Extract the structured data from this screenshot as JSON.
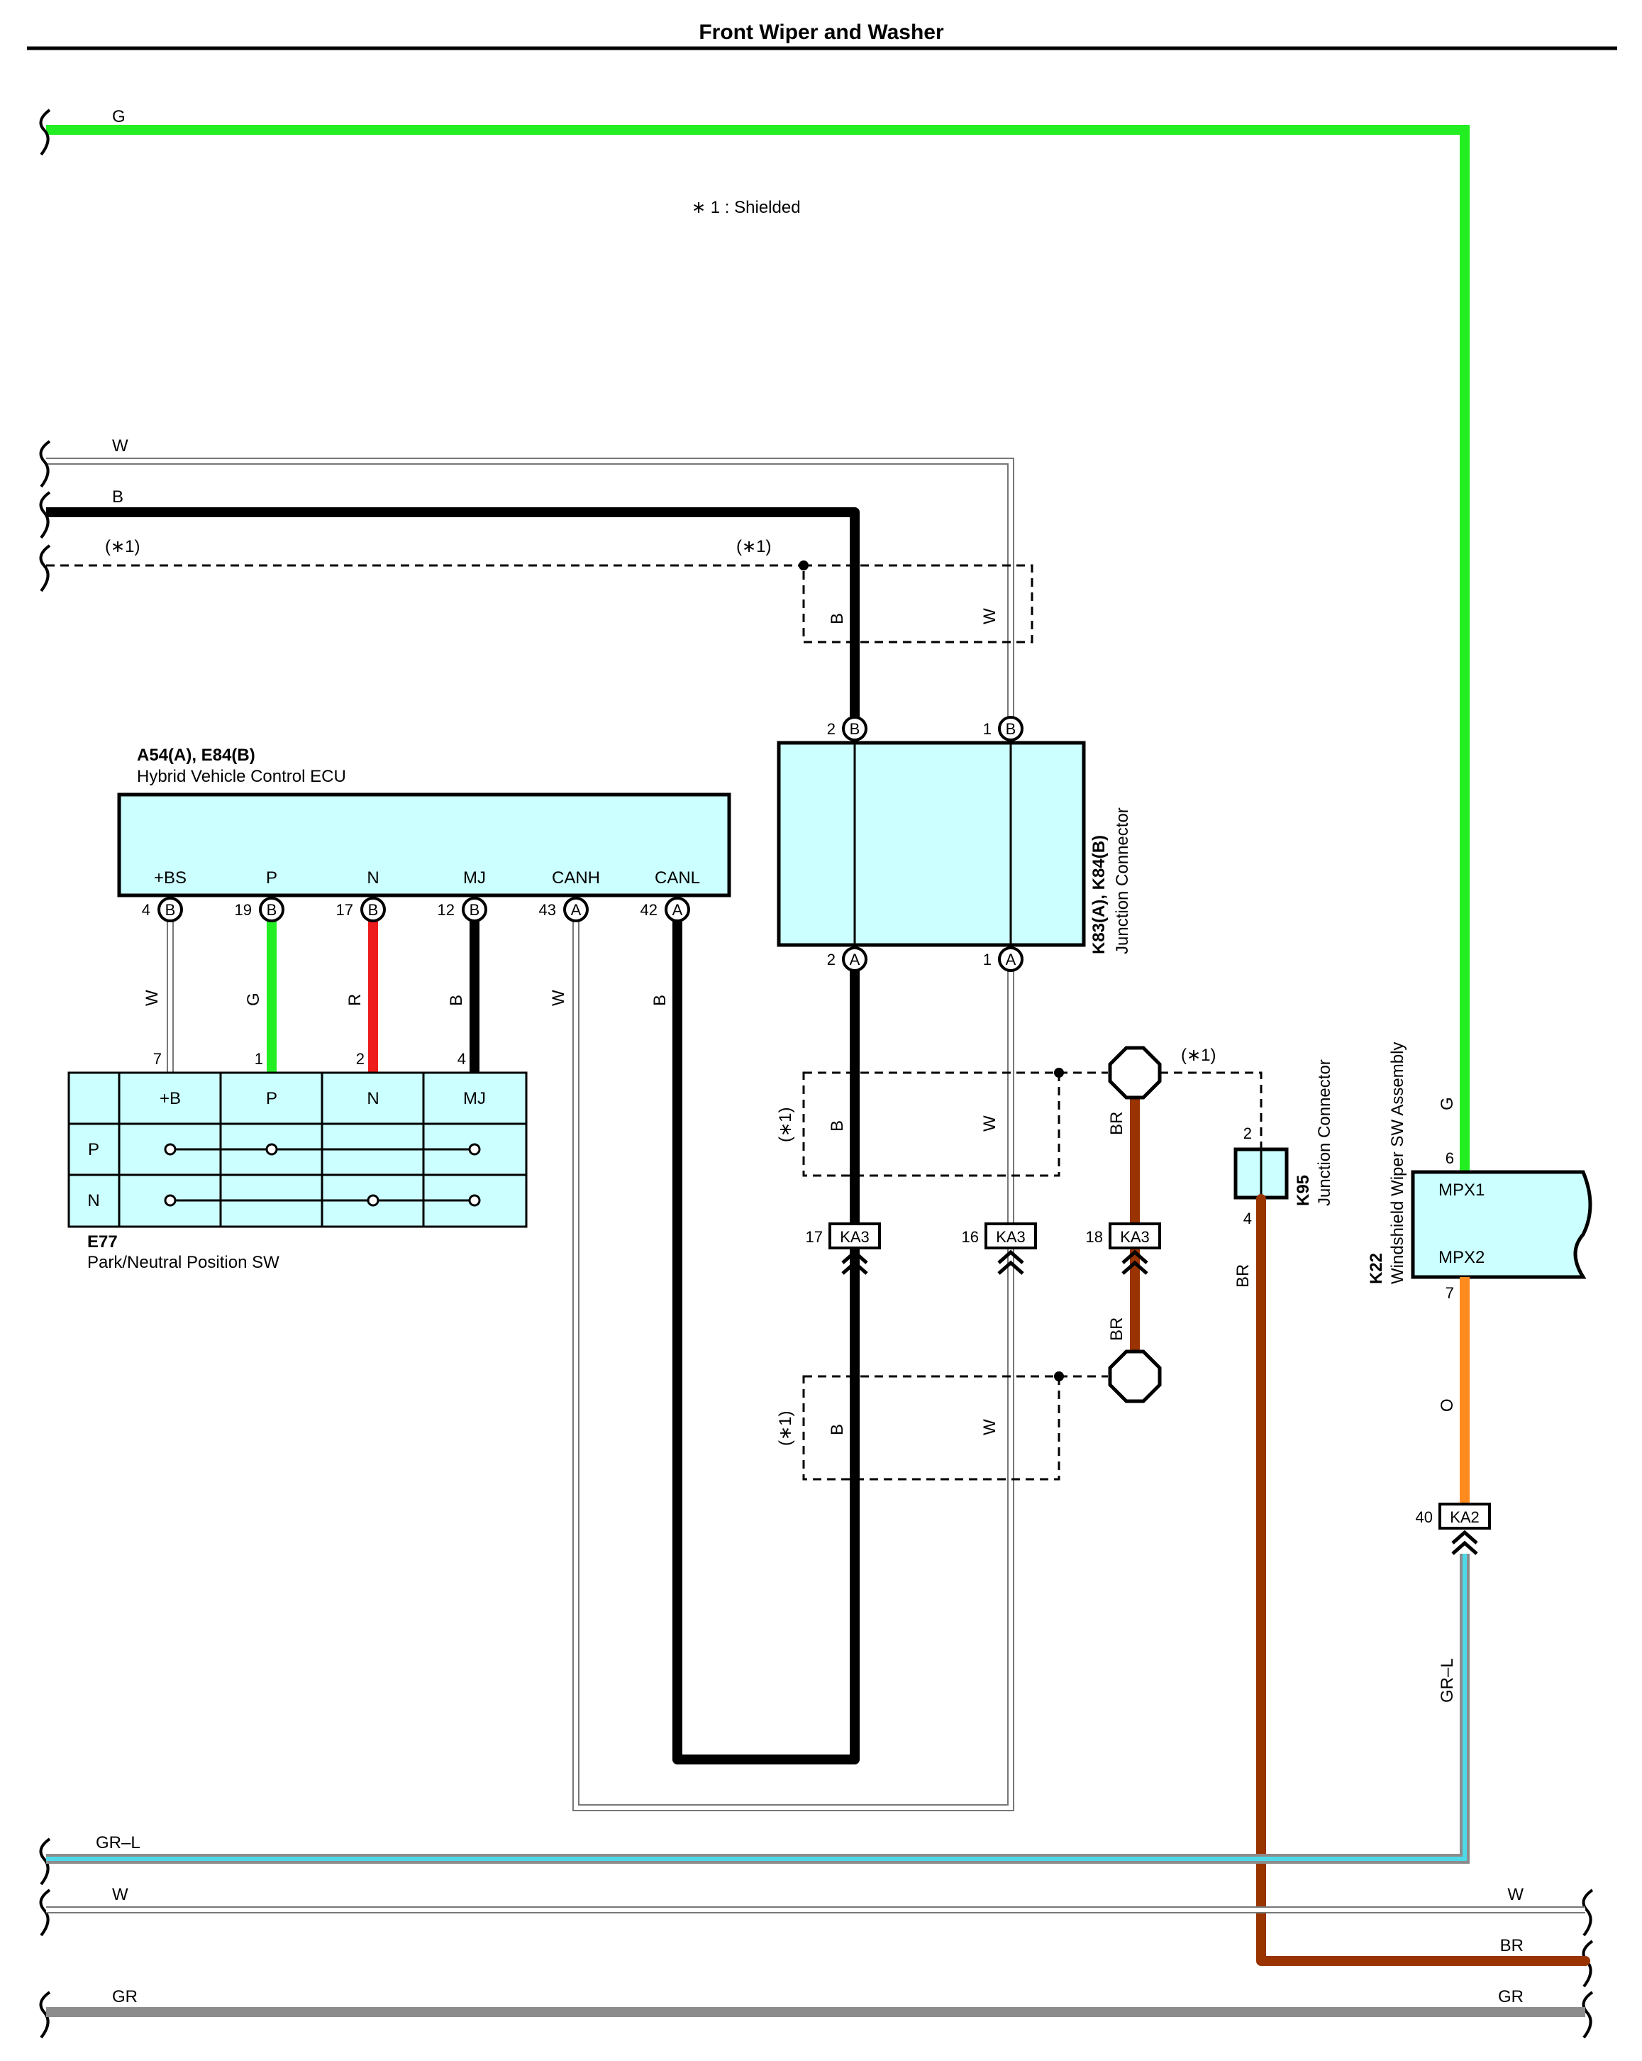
{
  "title": "Front Wiper and Washer",
  "note": "∗ 1 : Shielded",
  "colors": {
    "G": "#22ee22",
    "B": "#000000",
    "R": "#ee1c1c",
    "W": "#ffffff",
    "BR": "#993300",
    "O": "#ff8a1e",
    "GR": "#8c8c8c",
    "GR-L": "#4dd9e8",
    "connector_fill": "#ccffff"
  },
  "wire_labels": {
    "top_g": "G",
    "top_w": "W",
    "top_b": "B",
    "shield_left": "(∗1)",
    "shield_mid": "(∗1)",
    "shield_right": "(∗1)",
    "bottom_grl": "GR–L",
    "bottom_w_left": "W",
    "bottom_w_right": "W",
    "bottom_br": "BR",
    "bottom_gr_left": "GR",
    "bottom_gr_right": "GR"
  },
  "ecu": {
    "code": "A54(A), E84(B)",
    "name": "Hybrid Vehicle Control ECU",
    "terminals": [
      {
        "label": "+BS",
        "pin": "4",
        "conn": "B",
        "wire": "W"
      },
      {
        "label": "P",
        "pin": "19",
        "conn": "B",
        "wire": "G"
      },
      {
        "label": "N",
        "pin": "17",
        "conn": "B",
        "wire": "R"
      },
      {
        "label": "MJ",
        "pin": "12",
        "conn": "B",
        "wire": "B"
      },
      {
        "label": "CANH",
        "pin": "43",
        "conn": "A",
        "wire": "W"
      },
      {
        "label": "CANL",
        "pin": "42",
        "conn": "A",
        "wire": "B"
      }
    ]
  },
  "sw": {
    "code": "E77",
    "name": "Park/Neutral Position SW",
    "pins": [
      "7",
      "1",
      "2",
      "4"
    ],
    "columns": [
      "+B",
      "P",
      "N",
      "MJ"
    ],
    "rows": [
      "P",
      "N"
    ]
  },
  "jc": {
    "code": "K83(A), K84(B)",
    "name": "Junction Connector",
    "top_pins": [
      {
        "pin": "2",
        "conn": "B"
      },
      {
        "pin": "1",
        "conn": "B"
      }
    ],
    "bottom_pins": [
      {
        "pin": "2",
        "conn": "A"
      },
      {
        "pin": "1",
        "conn": "A"
      }
    ],
    "wire_b": "B",
    "wire_w": "W"
  },
  "ka3": [
    {
      "pin": "17",
      "label": "KA3"
    },
    {
      "pin": "16",
      "label": "KA3"
    },
    {
      "pin": "18",
      "label": "KA3"
    }
  ],
  "k95": {
    "code": "K95",
    "name": "Junction Connector",
    "pin_top": "2",
    "pin_bottom": "4",
    "wire": "BR"
  },
  "k22": {
    "code": "K22",
    "name": "Windshield Wiper SW Assembly",
    "t1": "MPX1",
    "t2": "MPX2",
    "pin1": "6",
    "pin2": "7",
    "wire_in": "G",
    "wire_out": "O"
  },
  "ka2": {
    "pin": "40",
    "label": "KA2",
    "wire": "GR–L"
  },
  "misc_labels": {
    "br_upper": "BR",
    "br_lower": "BR",
    "shield_upper": "(∗1)",
    "shield_lower": "(∗1)"
  }
}
